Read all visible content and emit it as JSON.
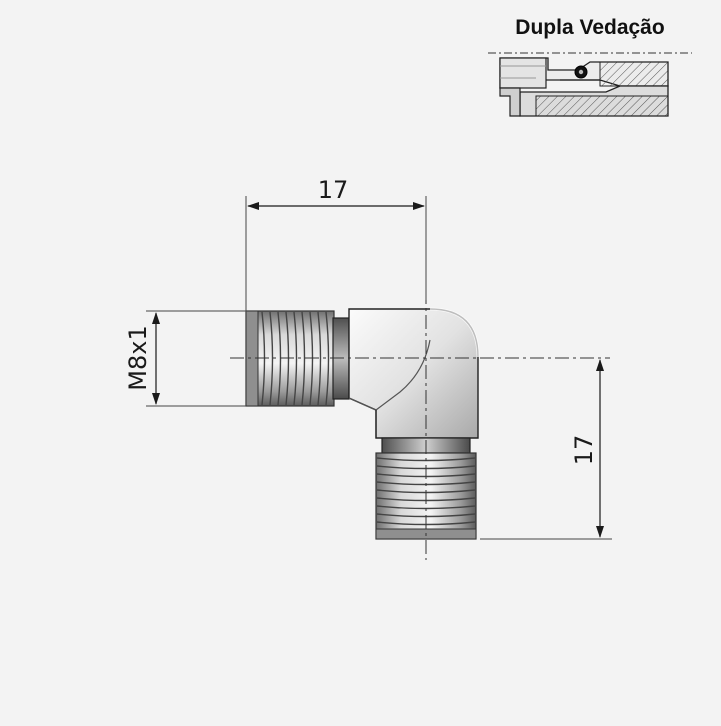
{
  "inset": {
    "title": "Dupla Vedação"
  },
  "dimensions": {
    "horizontal_length": "17",
    "vertical_length": "17",
    "thread_size": "M8x1"
  },
  "colors": {
    "background": "#f3f3f3",
    "line": "#1a1a1a",
    "metal_light": "#e9e9e9",
    "metal_mid": "#b9b9b9",
    "metal_dark": "#7c7c7c"
  },
  "icons": {
    "part": "elbow-fitting-icon",
    "section": "seal-section-icon"
  }
}
